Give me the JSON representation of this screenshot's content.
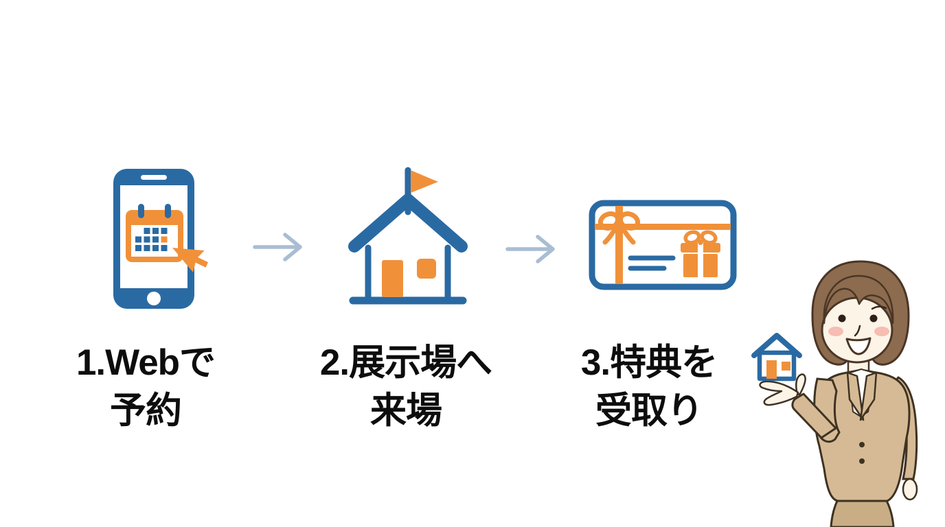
{
  "page": {
    "background_color": "#ffffff",
    "type": "three-step-flow-infographic"
  },
  "palette": {
    "primary_blue": "#2a6aa3",
    "accent_orange": "#f0913a",
    "arrow_gray": "#a9bdd3",
    "text_black": "#0d0d0d",
    "hair_brown": "#8d6b4e",
    "suit_tan": "#d5ba95",
    "skin_tone": "#fdf4e8"
  },
  "steps": [
    {
      "number": "1",
      "icon": "smartphone-calendar-booking-icon",
      "label": "1.Webで予約",
      "label_line1": "1.Webで",
      "label_line2": "予約"
    },
    {
      "number": "2",
      "icon": "exhibition-house-flag-icon",
      "label": "2.展示場へ来場",
      "label_line1": "2.展示場へ",
      "label_line2": "来場"
    },
    {
      "number": "3",
      "icon": "gift-card-icon",
      "label": "3.特典を受取り",
      "label_line1": "3.特典を",
      "label_line2": "受取り"
    }
  ],
  "arrows": {
    "icon": "right-arrow-icon"
  },
  "illustration": {
    "name": "saleswoman-presenting-house",
    "held_icon": "small-house-icon"
  }
}
